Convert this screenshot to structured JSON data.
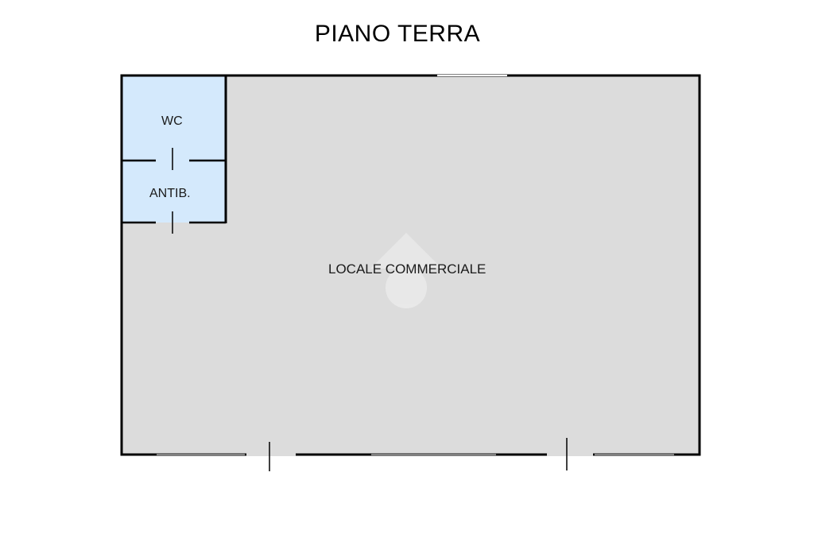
{
  "title": "PIANO TERRA",
  "rooms": {
    "main": "LOCALE COMMERCIALE",
    "wc": "WC",
    "antib": "ANTIB."
  },
  "colors": {
    "main_fill": "#dcdcdc",
    "bath_fill": "#d4e9fc",
    "wall": "#000000",
    "watermark": "#f2f2f2"
  },
  "icons": [
    "watermark-logo-icon"
  ]
}
